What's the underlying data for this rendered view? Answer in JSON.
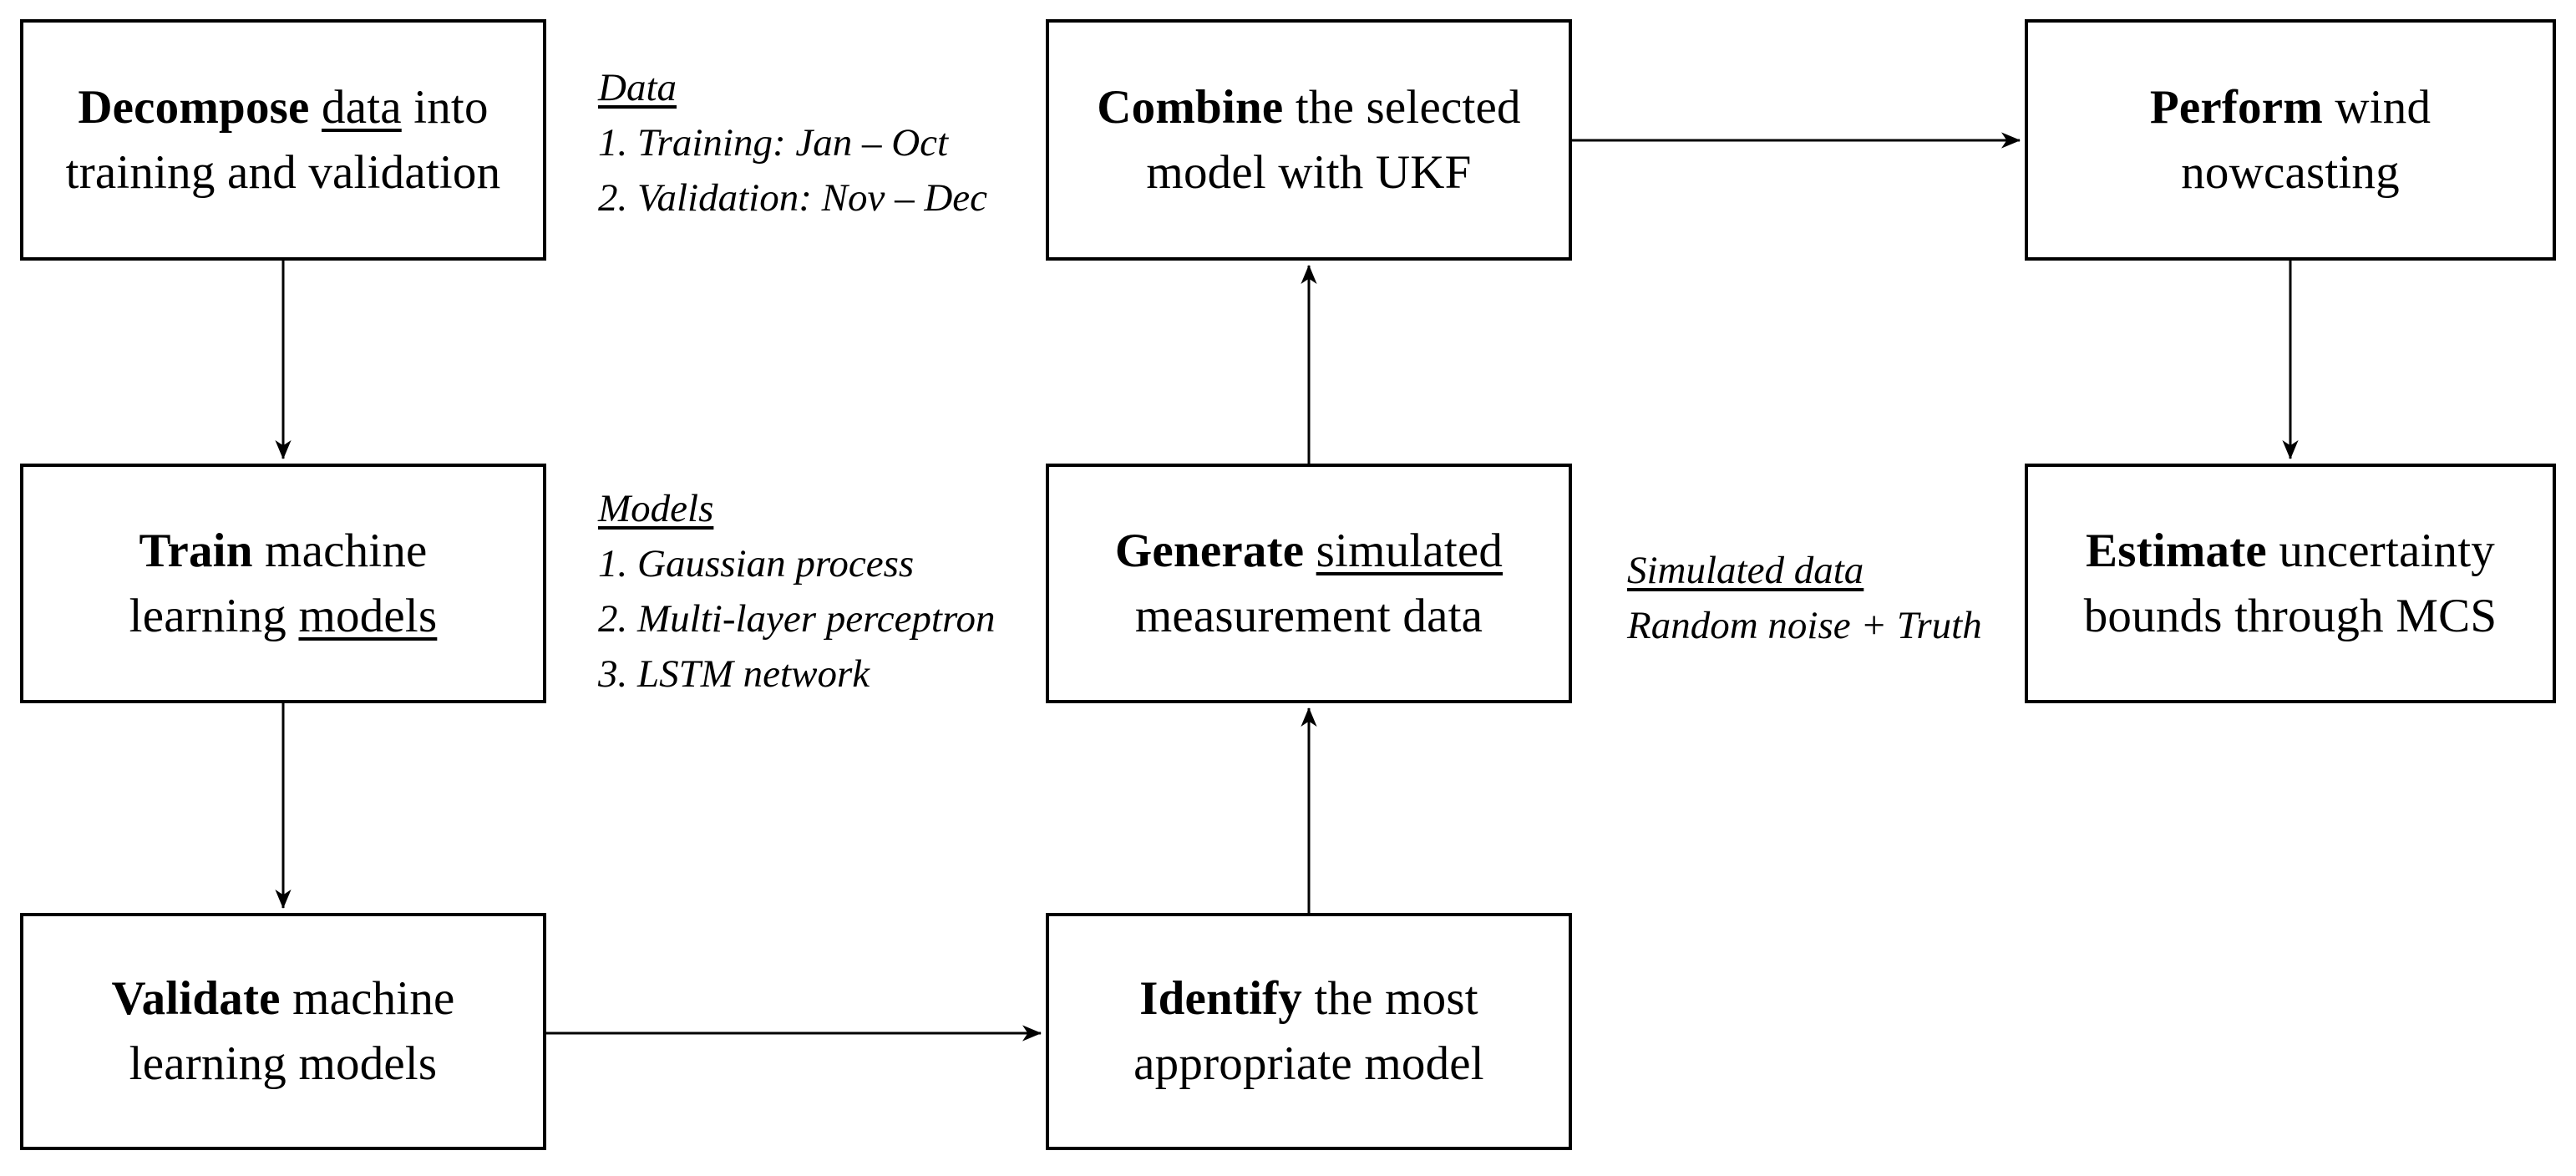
{
  "colors": {
    "background": "#ffffff",
    "ink": "#000000"
  },
  "boxes": {
    "decompose": {
      "lines": [
        [
          {
            "t": "Decompose ",
            "b": true
          },
          {
            "t": "data",
            "u": true
          },
          {
            "t": " into"
          }
        ],
        [
          {
            "t": "training and validation"
          }
        ]
      ]
    },
    "combine": {
      "lines": [
        [
          {
            "t": "Combine",
            "b": true
          },
          {
            "t": " the selected"
          }
        ],
        [
          {
            "t": "model with UKF"
          }
        ]
      ]
    },
    "perform": {
      "lines": [
        [
          {
            "t": "Perform",
            "b": true
          },
          {
            "t": " wind"
          }
        ],
        [
          {
            "t": "nowcasting"
          }
        ]
      ]
    },
    "train": {
      "lines": [
        [
          {
            "t": "Train",
            "b": true
          },
          {
            "t": " machine"
          }
        ],
        [
          {
            "t": "learning "
          },
          {
            "t": "models",
            "u": true
          }
        ]
      ]
    },
    "generate": {
      "lines": [
        [
          {
            "t": "Generate ",
            "b": true
          },
          {
            "t": "simulated",
            "u": true
          }
        ],
        [
          {
            "t": "measurement data"
          }
        ]
      ]
    },
    "estimate": {
      "lines": [
        [
          {
            "t": "Estimate",
            "b": true
          },
          {
            "t": " uncertainty"
          }
        ],
        [
          {
            "t": "bounds through MCS"
          }
        ]
      ]
    },
    "validate": {
      "lines": [
        [
          {
            "t": "Validate",
            "b": true
          },
          {
            "t": " machine"
          }
        ],
        [
          {
            "t": "learning models"
          }
        ]
      ]
    },
    "identify": {
      "lines": [
        [
          {
            "t": "Identify",
            "b": true
          },
          {
            "t": " the most"
          }
        ],
        [
          {
            "t": "appropriate model"
          }
        ]
      ]
    }
  },
  "notes": {
    "data": {
      "lines": [
        [
          {
            "t": "Data",
            "u": true
          }
        ],
        [
          {
            "t": "1. Training: Jan – Oct"
          }
        ],
        [
          {
            "t": "2. Validation: Nov – Dec"
          }
        ]
      ]
    },
    "models": {
      "lines": [
        [
          {
            "t": "Models",
            "u": true
          }
        ],
        [
          {
            "t": "1. Gaussian process"
          }
        ],
        [
          {
            "t": "2. Multi-layer perceptron"
          }
        ],
        [
          {
            "t": "3. LSTM network"
          }
        ]
      ]
    },
    "simulated": {
      "lines": [
        [
          {
            "t": "Simulated data",
            "u": true
          }
        ],
        [
          {
            "t": "Random noise + Truth"
          }
        ]
      ]
    }
  },
  "flow": [
    {
      "from": "decompose",
      "to": "train"
    },
    {
      "from": "train",
      "to": "validate"
    },
    {
      "from": "validate",
      "to": "identify"
    },
    {
      "from": "identify",
      "to": "generate"
    },
    {
      "from": "generate",
      "to": "combine"
    },
    {
      "from": "combine",
      "to": "perform"
    },
    {
      "from": "perform",
      "to": "estimate"
    }
  ]
}
